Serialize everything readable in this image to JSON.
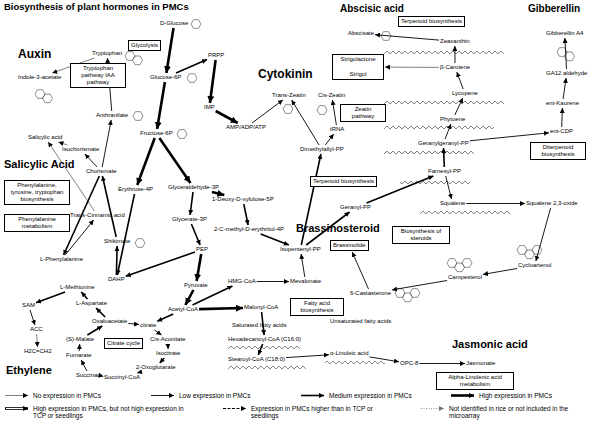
{
  "diagram": {
    "title": "Biosynthesis of plant hormones in PMCs",
    "nodes": [
      {
        "text": [
          "D-Glucose"
        ]
      },
      {
        "text": [
          "Glycolysis"
        ]
      },
      {
        "text": [
          "Glucose-6P"
        ]
      },
      {
        "text": [
          "PRPP"
        ]
      },
      {
        "text": [
          "IMP"
        ]
      },
      {
        "text": [
          "AMP/ADP/ATP"
        ]
      },
      {
        "text": [
          "Fructose-6P"
        ]
      },
      {
        "text": [
          "Tryptophan"
        ]
      },
      {
        "text": [
          "Tryptophan pathway IAA pathway"
        ]
      },
      {
        "text": [
          "Indole-3-acetate"
        ]
      },
      {
        "text": [
          "Anthranilate"
        ]
      },
      {
        "text": [
          "Salicylic acid"
        ]
      },
      {
        "text": [
          "Isochorismate"
        ]
      },
      {
        "text": [
          "Chorismate"
        ]
      },
      {
        "text": [
          "Erythrose-4P"
        ]
      },
      {
        "text": [
          "Glyceraldehyde-3P"
        ]
      },
      {
        "text": [
          "Phenylalanine, tyrosine, tryptophan biosynthesis"
        ]
      },
      {
        "text": [
          "Phenylalanine metabolism"
        ]
      },
      {
        "text": [
          "Trans-Cinnamic acid"
        ]
      },
      {
        "text": [
          "Glycerate-3P"
        ]
      },
      {
        "text": [
          "Shikimate"
        ]
      },
      {
        "text": [
          "PEP"
        ]
      },
      {
        "text": [
          "L-Phenylalanine"
        ]
      },
      {
        "text": [
          "DAHP"
        ]
      },
      {
        "text": [
          "L-Methionine"
        ]
      },
      {
        "text": [
          "Pyruvate"
        ]
      },
      {
        "text": [
          "SAM"
        ]
      },
      {
        "text": [
          "L-Aspartate"
        ]
      },
      {
        "text": [
          "Acetyl-CoA"
        ]
      },
      {
        "text": [
          "ACC"
        ]
      },
      {
        "text": [
          "Oxaloacetate"
        ]
      },
      {
        "text": [
          "citrate"
        ]
      },
      {
        "text": [
          "Cis-Aconitate"
        ]
      },
      {
        "text": [
          "Citrate cycle"
        ]
      },
      {
        "text": [
          "(S)-Malate"
        ]
      },
      {
        "text": [
          "Isocitrate"
        ]
      },
      {
        "text": [
          "H2C=CH2"
        ]
      },
      {
        "text": [
          "Fumarate"
        ]
      },
      {
        "text": [
          "2-Oxoglutarate"
        ]
      },
      {
        "text": [
          "Succinate"
        ]
      },
      {
        "text": [
          "Succinyl-CoA"
        ]
      },
      {
        "text": [
          "Trans-Zeatin"
        ]
      },
      {
        "text": [
          "Cis-Zeatin"
        ]
      },
      {
        "text": [
          "Zeatin pathway"
        ]
      },
      {
        "text": [
          "tRNA"
        ]
      },
      {
        "text": [
          "Dimethylallyl-PP"
        ]
      },
      {
        "text": [
          "1-Deoxy-D-xylulose-5P"
        ]
      },
      {
        "text": [
          "2-C-methyl-D-erythritol-4P"
        ]
      },
      {
        "text": [
          "Isopentenyl-PP"
        ]
      },
      {
        "text": [
          "HMG-CoA"
        ]
      },
      {
        "text": [
          "Mevalonate"
        ]
      },
      {
        "text": [
          "Malonyl-CoA"
        ]
      },
      {
        "text": [
          "Fatty acid biosynthesis"
        ]
      },
      {
        "text": [
          "Hexadecanoyl-CoA (C16:0)"
        ]
      },
      {
        "text": [
          "Stearoyl-CoA (C18:0)"
        ]
      },
      {
        "text": [
          "α-Linoleic acid"
        ]
      },
      {
        "text": [
          "OPC-8"
        ]
      },
      {
        "text": [
          "Jasmonate"
        ]
      },
      {
        "text": [
          "Alpha-Linolenic acid metabolism"
        ]
      },
      {
        "text": [
          "Abscisate"
        ]
      },
      {
        "text": [
          "Terpenoid biosynthesis"
        ]
      },
      {
        "text": [
          "Zeaxanthin"
        ]
      },
      {
        "text": [
          "Strigolactone",
          "Strigol"
        ]
      },
      {
        "text": [
          "β-Carotene"
        ]
      },
      {
        "text": [
          "Lycopene"
        ]
      },
      {
        "text": [
          "Phytoene"
        ]
      },
      {
        "text": [
          "Gibberellin A4"
        ]
      },
      {
        "text": [
          "GA12 aldehyde"
        ]
      },
      {
        "text": [
          "ent-Kaurene"
        ]
      },
      {
        "text": [
          "ent-CDP"
        ]
      },
      {
        "text": [
          "Diterpenoid biosynthesis"
        ]
      },
      {
        "text": [
          "Geranylgeranyl-PP"
        ]
      },
      {
        "text": [
          "Farnesyl-PP"
        ]
      },
      {
        "text": [
          "Terpenoid biosynthesis"
        ]
      },
      {
        "text": [
          "Geranyl-PP"
        ]
      },
      {
        "text": [
          "Squalene"
        ]
      },
      {
        "text": [
          "Squalene 2,3-oxide"
        ]
      },
      {
        "text": [
          "Biosynthesis of steroids"
        ]
      },
      {
        "text": [
          "Brassinolide"
        ]
      },
      {
        "text": [
          "Cycloartenol"
        ]
      },
      {
        "text": [
          "Campesterol"
        ]
      },
      {
        "text": [
          "6-Castasterone"
        ]
      }
    ],
    "edges": [
      {
        "from": 0,
        "to": 2,
        "arrow": "to"
      },
      {
        "from": 2,
        "to": 6,
        "arrow": "to"
      },
      {
        "from": 2,
        "to": 3,
        "arrow": "to"
      },
      {
        "from": 3,
        "to": 4,
        "arrow": "to"
      },
      {
        "from": 4,
        "to": 5,
        "arrow": "to"
      },
      {
        "from": 6,
        "to": 15,
        "arrow": "to"
      },
      {
        "from": 6,
        "to": 14,
        "arrow": "to"
      },
      {
        "from": 15,
        "to": 19,
        "arrow": "to"
      },
      {
        "from": 19,
        "to": 21,
        "arrow": "to"
      },
      {
        "from": 21,
        "to": 25,
        "arrow": "to"
      },
      {
        "from": 25,
        "to": 28,
        "arrow": "to"
      },
      {
        "from": 21,
        "to": 23,
        "arrow": "to"
      },
      {
        "from": 14,
        "to": 23,
        "arrow": "to"
      },
      {
        "from": 23,
        "to": 20,
        "arrow": "to"
      },
      {
        "from": 20,
        "to": 13,
        "arrow": "to"
      },
      {
        "from": 13,
        "to": 10,
        "arrow": "to"
      },
      {
        "from": 10,
        "to": 7,
        "arrow": "to"
      },
      {
        "from": 7,
        "to": 9,
        "arrow": "to"
      },
      {
        "from": 13,
        "to": 12,
        "arrow": "to"
      },
      {
        "from": 12,
        "to": 11,
        "arrow": "to"
      },
      {
        "from": 13,
        "to": 22,
        "arrow": "to"
      },
      {
        "from": 22,
        "to": 18,
        "arrow": "to"
      },
      {
        "from": 18,
        "to": 11,
        "arrow": "to"
      },
      {
        "from": 28,
        "to": 31,
        "arrow": "to"
      },
      {
        "from": 30,
        "to": 31,
        "arrow": "to"
      },
      {
        "from": 31,
        "to": 32,
        "arrow": "to"
      },
      {
        "from": 32,
        "to": 35,
        "arrow": "to"
      },
      {
        "from": 35,
        "to": 38,
        "arrow": "to"
      },
      {
        "from": 38,
        "to": 40,
        "arrow": "to"
      },
      {
        "from": 40,
        "to": 39,
        "arrow": "to"
      },
      {
        "from": 39,
        "to": 37,
        "arrow": "to"
      },
      {
        "from": 37,
        "to": 34,
        "arrow": "to"
      },
      {
        "from": 34,
        "to": 30,
        "arrow": "to"
      },
      {
        "from": 30,
        "to": 27,
        "arrow": "to"
      },
      {
        "from": 27,
        "to": 24,
        "arrow": "to"
      },
      {
        "from": 24,
        "to": 26,
        "arrow": "to"
      },
      {
        "from": 26,
        "to": 29,
        "arrow": "to"
      },
      {
        "from": 29,
        "to": 36,
        "arrow": "to"
      },
      {
        "from": 5,
        "to": 41,
        "arrow": "to"
      },
      {
        "from": 45,
        "to": 41,
        "arrow": "to"
      },
      {
        "from": 45,
        "to": 44,
        "arrow": "to"
      },
      {
        "from": 44,
        "to": 42,
        "arrow": "to"
      },
      {
        "from": 15,
        "to": 46,
        "arrow": "to"
      },
      {
        "from": 46,
        "to": 47,
        "arrow": "to"
      },
      {
        "from": 47,
        "to": 48,
        "arrow": "to"
      },
      {
        "from": 28,
        "to": 49,
        "arrow": "to"
      },
      {
        "from": 49,
        "to": 50,
        "arrow": "to"
      },
      {
        "from": 50,
        "to": 48,
        "arrow": "to"
      },
      {
        "from": 48,
        "to": 45,
        "arrow": "to"
      },
      {
        "from": 48,
        "to": 74,
        "arrow": "to"
      },
      {
        "from": 74,
        "to": 72,
        "arrow": "to"
      },
      {
        "from": 72,
        "to": 71,
        "arrow": "to"
      },
      {
        "from": 72,
        "to": 75,
        "arrow": "to"
      },
      {
        "from": 75,
        "to": 76,
        "arrow": "to"
      },
      {
        "from": 76,
        "to": 79,
        "arrow": "to"
      },
      {
        "from": 79,
        "to": 80,
        "arrow": "to"
      },
      {
        "from": 80,
        "to": 81,
        "arrow": "to"
      },
      {
        "from": 81,
        "to": 78,
        "arrow": "to"
      },
      {
        "from": 71,
        "to": 65,
        "arrow": "to"
      },
      {
        "from": 65,
        "to": 64,
        "arrow": "to"
      },
      {
        "from": 64,
        "to": 63,
        "arrow": "to"
      },
      {
        "from": 63,
        "to": 61,
        "arrow": "to"
      },
      {
        "from": 61,
        "to": 59,
        "arrow": "to"
      },
      {
        "from": 63,
        "to": 62,
        "arrow": "to"
      },
      {
        "from": 71,
        "to": 69,
        "arrow": "to"
      },
      {
        "from": 69,
        "to": 68,
        "arrow": "to"
      },
      {
        "from": 68,
        "to": 67,
        "arrow": "to"
      },
      {
        "from": 67,
        "to": 66,
        "arrow": "to"
      },
      {
        "from": 28,
        "to": 51,
        "arrow": "to"
      },
      {
        "from": 51,
        "to": 53,
        "arrow": "to"
      },
      {
        "from": 53,
        "to": 54,
        "arrow": "to"
      },
      {
        "from": 54,
        "to": 55,
        "arrow": "to"
      },
      {
        "from": 55,
        "to": 56,
        "arrow": "to"
      },
      {
        "from": 56,
        "to": 57,
        "arrow": "to"
      }
    ],
    "labels": [
      "Auxin",
      "Salicylic Acid",
      "Ethylene",
      "Cytokinin",
      "Abscisic acid",
      "Gibberellin",
      "Brassinosteroid",
      "Jasmonic acid",
      "Saturated fatty acids",
      "Unsaturated fatty acids"
    ],
    "legend": [
      {
        "text": "No expression in PMCs"
      },
      {
        "text": "Low expression in PMCs"
      },
      {
        "text": "Medium expression in PMCs"
      },
      {
        "text": "High expression in PMCs"
      },
      {
        "text": "High expression in PMCs, but not high expression in TCP or seedlings"
      },
      {
        "text": "Expression in PMCs higher than in TCP or seedlings"
      },
      {
        "text": "Not identified in rice or not included in the microarray"
      }
    ]
  }
}
